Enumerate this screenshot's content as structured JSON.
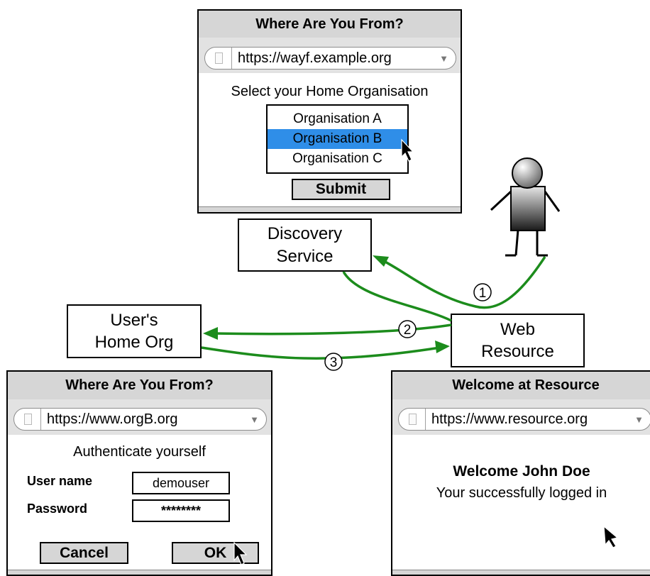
{
  "discovery_window": {
    "title": "Where Are You From?",
    "url": "https://wayf.example.org",
    "prompt": "Select your Home Organisation",
    "options": [
      "Organisation A",
      "Organisation B",
      "Organisation C"
    ],
    "selected_index": 1,
    "submit_label": "Submit"
  },
  "home_org_window": {
    "title": "Where Are You From?",
    "url": "https://www.orgB.org",
    "prompt": "Authenticate yourself",
    "username_label": "User name",
    "username_value": "demouser",
    "password_label": "Password",
    "password_value": "********",
    "cancel_label": "Cancel",
    "ok_label": "OK"
  },
  "resource_window": {
    "title": "Welcome at Resource",
    "url": "https://www.resource.org",
    "heading": "Welcome John Doe",
    "message": "Your successfully logged in"
  },
  "nodes": {
    "discovery_service": [
      "Discovery",
      "Service"
    ],
    "home_org": [
      "User's",
      "Home Org"
    ],
    "web_resource": [
      "Web",
      "Resource"
    ]
  },
  "steps": [
    "1",
    "2",
    "3"
  ],
  "colors": {
    "arrow": "#1c8c1c",
    "selection": "#2f8ee8",
    "chrome": "#d6d6d6"
  }
}
